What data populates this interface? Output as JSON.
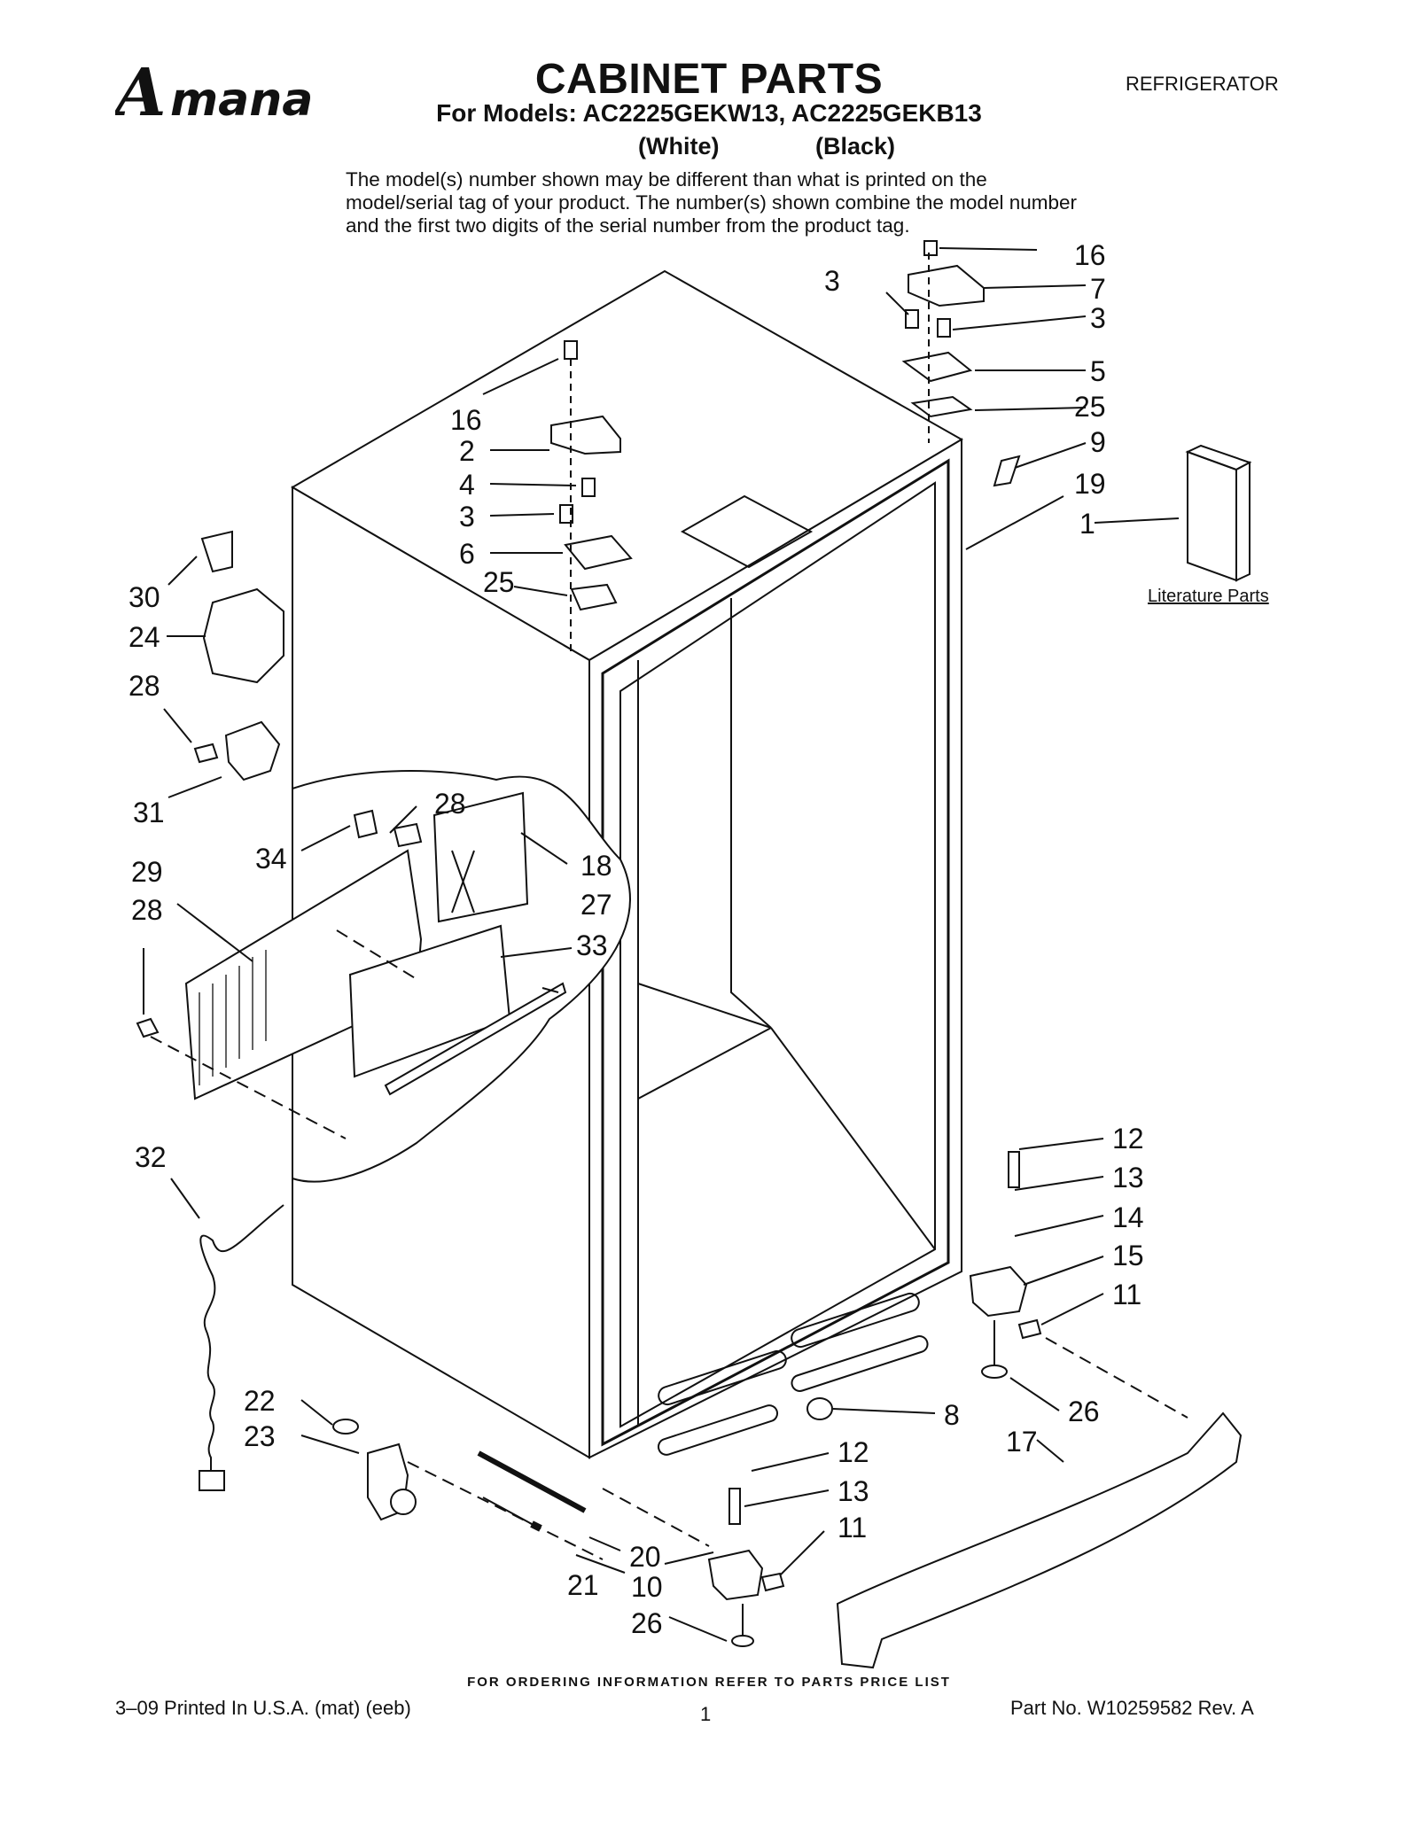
{
  "header": {
    "brand": "Amana",
    "title": "CABINET PARTS",
    "models_line": "For Models: AC2225GEKW13, AC2225GEKB13",
    "variant_white": "(White)",
    "variant_black": "(Black)",
    "doc_type": "REFRIGERATOR",
    "note": "The model(s) number shown may be different than what is printed on the model/serial tag of your product. The number(s) shown combine the model number and the first two digits of the serial number from the product tag."
  },
  "diagram": {
    "literature_label": "Literature Parts",
    "callouts": {
      "c16a": "16",
      "c7": "7",
      "c3a": "3",
      "c3b": "3",
      "c5": "5",
      "c25a": "25",
      "c9": "9",
      "c19": "19",
      "c1": "1",
      "c16b": "16",
      "c2": "2",
      "c4": "4",
      "c3c": "3",
      "c6": "6",
      "c25b": "25",
      "c30": "30",
      "c24": "24",
      "c28a": "28",
      "c31": "31",
      "c28b": "28",
      "c34": "34",
      "c18": "18",
      "c29": "29",
      "c28c": "28",
      "c27": "27",
      "c33": "33",
      "c32": "32",
      "c12a": "12",
      "c13a": "13",
      "c14": "14",
      "c15": "15",
      "c11a": "11",
      "c26a": "26",
      "c8": "8",
      "c17": "17",
      "c22": "22",
      "c23": "23",
      "c12b": "12",
      "c13b": "13",
      "c11b": "11",
      "c20": "20",
      "c21": "21",
      "c10": "10",
      "c26b": "26"
    }
  },
  "footer": {
    "instructions": "FOR ORDERING INFORMATION REFER TO PARTS PRICE LIST",
    "print_info": "3–09 Printed In U.S.A. (mat) (eeb)",
    "page": "1",
    "part_no": "Part No. W10259582 Rev. A"
  }
}
